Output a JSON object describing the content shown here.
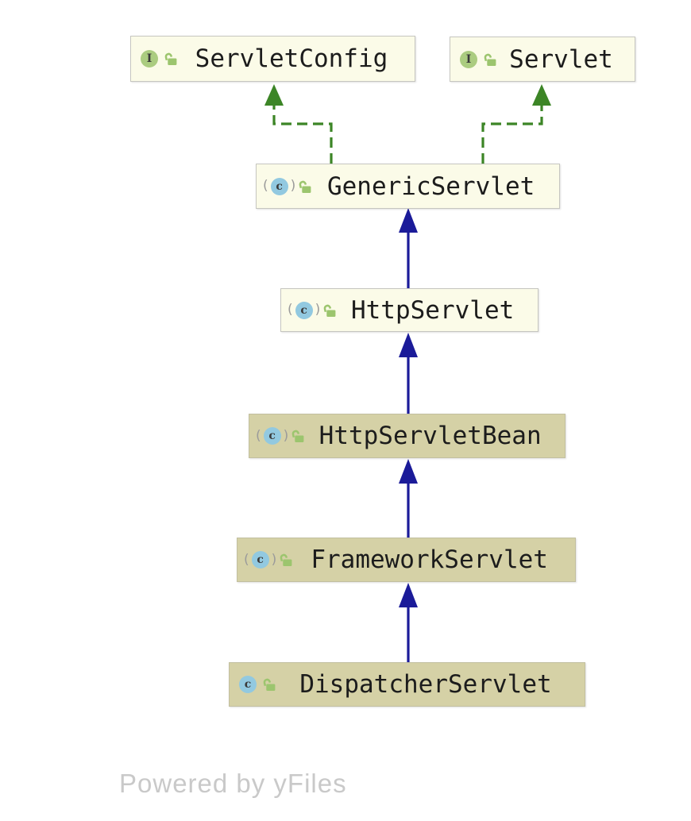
{
  "diagram": {
    "type": "uml-class-inheritance-diagram",
    "nodes": [
      {
        "id": "ServletConfig",
        "label": "ServletConfig",
        "kind": "interface",
        "visibility": "public",
        "highlighted": false
      },
      {
        "id": "Servlet",
        "label": "Servlet",
        "kind": "interface",
        "visibility": "public",
        "highlighted": false
      },
      {
        "id": "GenericServlet",
        "label": "GenericServlet",
        "kind": "abstract-class",
        "visibility": "public",
        "highlighted": false
      },
      {
        "id": "HttpServlet",
        "label": "HttpServlet",
        "kind": "abstract-class",
        "visibility": "public",
        "highlighted": false
      },
      {
        "id": "HttpServletBean",
        "label": "HttpServletBean",
        "kind": "abstract-class",
        "visibility": "public",
        "highlighted": true
      },
      {
        "id": "FrameworkServlet",
        "label": "FrameworkServlet",
        "kind": "abstract-class",
        "visibility": "public",
        "highlighted": true
      },
      {
        "id": "DispatcherServlet",
        "label": "DispatcherServlet",
        "kind": "class",
        "visibility": "public",
        "highlighted": true
      }
    ],
    "edges": [
      {
        "from": "GenericServlet",
        "to": "ServletConfig",
        "type": "implements",
        "style": "dashed-green"
      },
      {
        "from": "GenericServlet",
        "to": "Servlet",
        "type": "implements",
        "style": "dashed-green"
      },
      {
        "from": "HttpServlet",
        "to": "GenericServlet",
        "type": "extends",
        "style": "solid-navy"
      },
      {
        "from": "HttpServletBean",
        "to": "HttpServlet",
        "type": "extends",
        "style": "solid-navy"
      },
      {
        "from": "FrameworkServlet",
        "to": "HttpServletBean",
        "type": "extends",
        "style": "solid-navy"
      },
      {
        "from": "DispatcherServlet",
        "to": "FrameworkServlet",
        "type": "extends",
        "style": "solid-navy"
      }
    ],
    "icons": {
      "interface_glyph": "I",
      "class_glyph": "c",
      "paren_open": "(",
      "paren_close": ")",
      "lock": "open-padlock"
    },
    "colors": {
      "implements_edge": "#3c8526",
      "extends_edge": "#1b1b99",
      "node_fill": "#fbfbe8",
      "node_fill_highlight": "#d5d1a6",
      "node_border": "#c6c6c0",
      "interface_icon_bg": "#abcc80",
      "class_icon_bg": "#92c9e0",
      "lock_icon": "#9cc56e",
      "text": "#1c1c1c",
      "watermark": "#c9c9c9"
    }
  },
  "watermark": {
    "text": "Powered by yFiles"
  }
}
